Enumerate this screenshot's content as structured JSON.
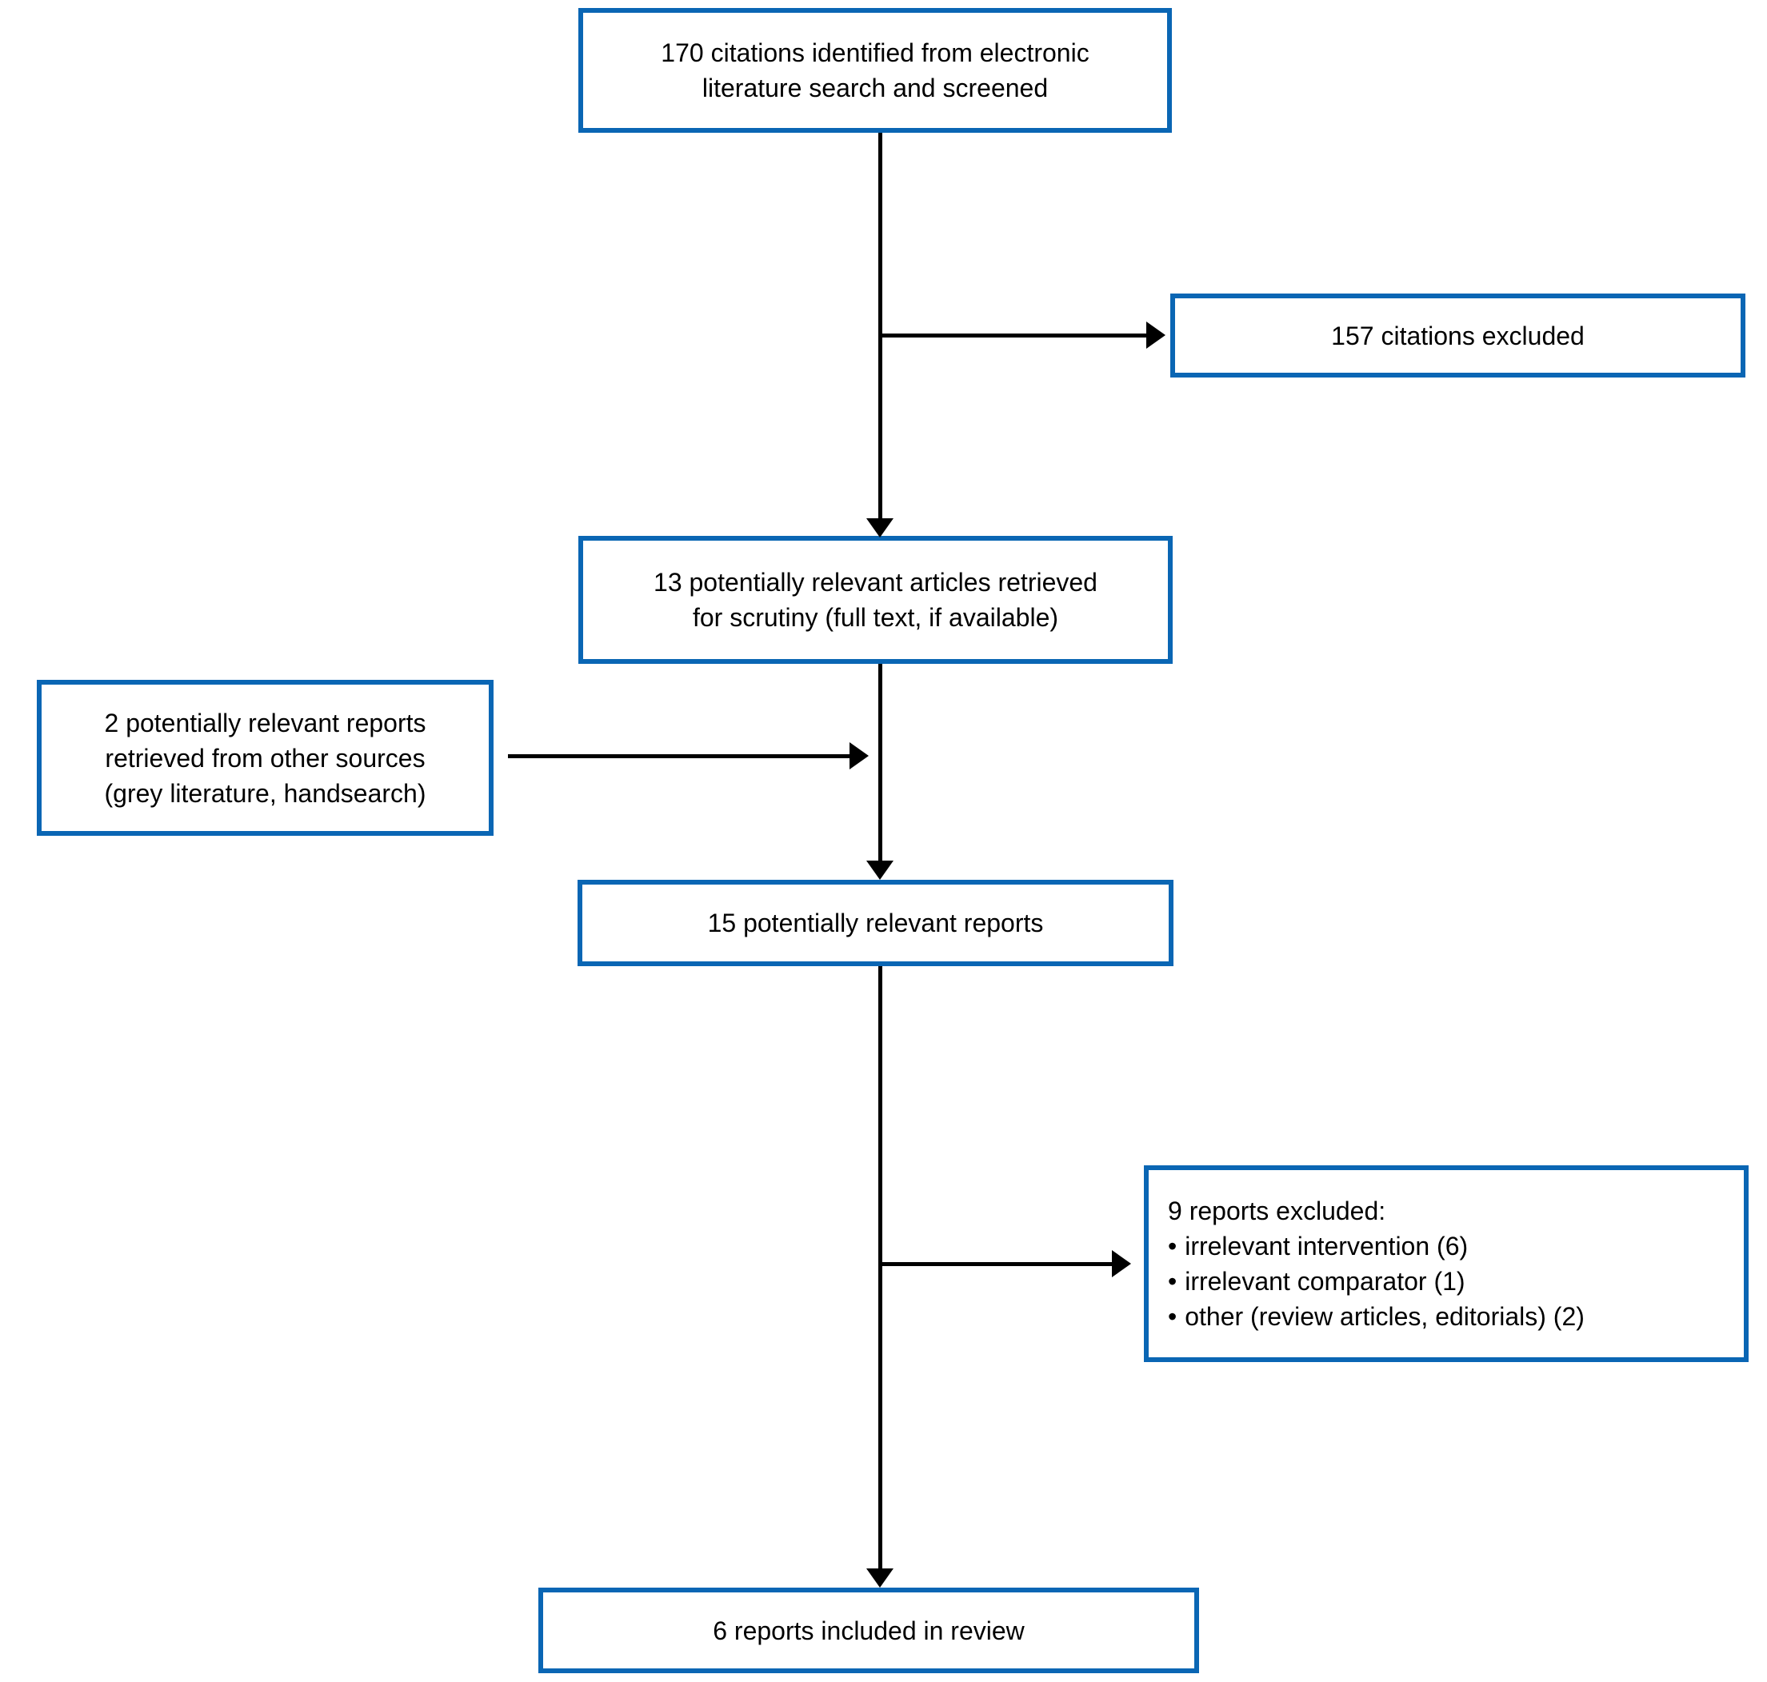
{
  "diagram": {
    "type": "study-selection-flowchart",
    "colors": {
      "accent": "#0a66b4",
      "line": "#000000",
      "text": "#000000",
      "background": "#ffffff"
    },
    "nodes": {
      "identified": {
        "lines": [
          "170 citations identified from electronic",
          "literature search and screened"
        ]
      },
      "excluded_citations": {
        "text": "157 citations excluded"
      },
      "retrieved": {
        "lines": [
          "13 potentially relevant articles retrieved",
          "for scrutiny (full text, if available)"
        ]
      },
      "other_sources": {
        "lines": [
          "2 potentially relevant reports",
          "retrieved from other sources",
          "(grey literature, handsearch)"
        ]
      },
      "potentially_relevant": {
        "text": "15 potentially relevant reports"
      },
      "excluded_reports": {
        "title": "9 reports excluded:",
        "bullet": "•",
        "items": [
          "irrelevant intervention (6)",
          "irrelevant comparator (1)",
          "other (review articles, editorials) (2)"
        ]
      },
      "included": {
        "text": "6 reports included in review"
      }
    },
    "edges": [
      {
        "from": "identified",
        "to": "retrieved",
        "type": "arrow"
      },
      {
        "from": "identified",
        "to": "excluded_citations",
        "type": "arrow-branch"
      },
      {
        "from": "retrieved",
        "to": "potentially_relevant",
        "type": "arrow"
      },
      {
        "from": "other_sources",
        "to": "potentially_relevant",
        "type": "arrow"
      },
      {
        "from": "potentially_relevant",
        "to": "excluded_reports",
        "type": "arrow-branch"
      },
      {
        "from": "potentially_relevant",
        "to": "included",
        "type": "arrow"
      }
    ]
  }
}
